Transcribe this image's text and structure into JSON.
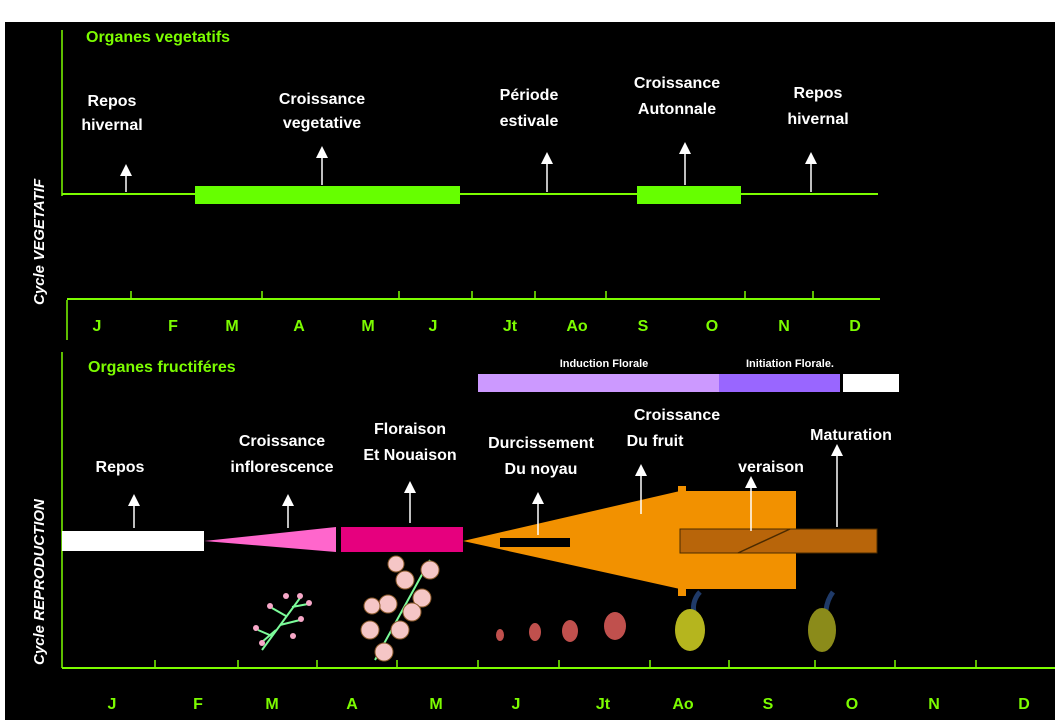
{
  "top": {
    "title": "Organes vegetatifs",
    "cycle_label": "Cycle VEGETATIF",
    "months": [
      "J",
      "F",
      "M",
      "A",
      "M",
      "J",
      "Jt",
      "Ao",
      "S",
      "O",
      "N",
      "D"
    ],
    "stages": [
      {
        "line1": "Repos",
        "line2": "hivernal"
      },
      {
        "line1": "Croissance",
        "line2": "vegetative"
      },
      {
        "line1": "Période",
        "line2": "estivale"
      },
      {
        "line1": "Croissance",
        "line2": "Autonnale"
      },
      {
        "line1": "Repos",
        "line2": "hivernal"
      }
    ]
  },
  "bottom": {
    "title": "Organes fructiféres",
    "cycle_label": "Cycle REPRODUCTION",
    "months": [
      "J",
      "F",
      "M",
      "A",
      "M",
      "J",
      "Jt",
      "Ao",
      "S",
      "O",
      "N",
      "D"
    ],
    "bars": {
      "induction": "Induction Florale",
      "initiation": "Initiation Florale."
    },
    "stages": [
      {
        "line1": "Repos",
        "line2": ""
      },
      {
        "line1": "Croissance",
        "line2": "inflorescence"
      },
      {
        "line1": "Floraison",
        "line2": "Et Nouaison"
      },
      {
        "line1": "Durcissement",
        "line2": "Du noyau"
      },
      {
        "line1": "Croissance",
        "line2": "Du fruit"
      },
      {
        "line1": "veraison",
        "line2": ""
      },
      {
        "line1": "Maturation",
        "line2": ""
      }
    ]
  },
  "colors": {
    "background": "#000000",
    "axis_green": "#7CFC00",
    "bar_green": "#66FF00",
    "pink": "#FF66CC",
    "magenta": "#E6007E",
    "orange": "#F29100",
    "brown": "#B8650A",
    "lavender": "#CC99FF",
    "purple": "#9966FF"
  }
}
